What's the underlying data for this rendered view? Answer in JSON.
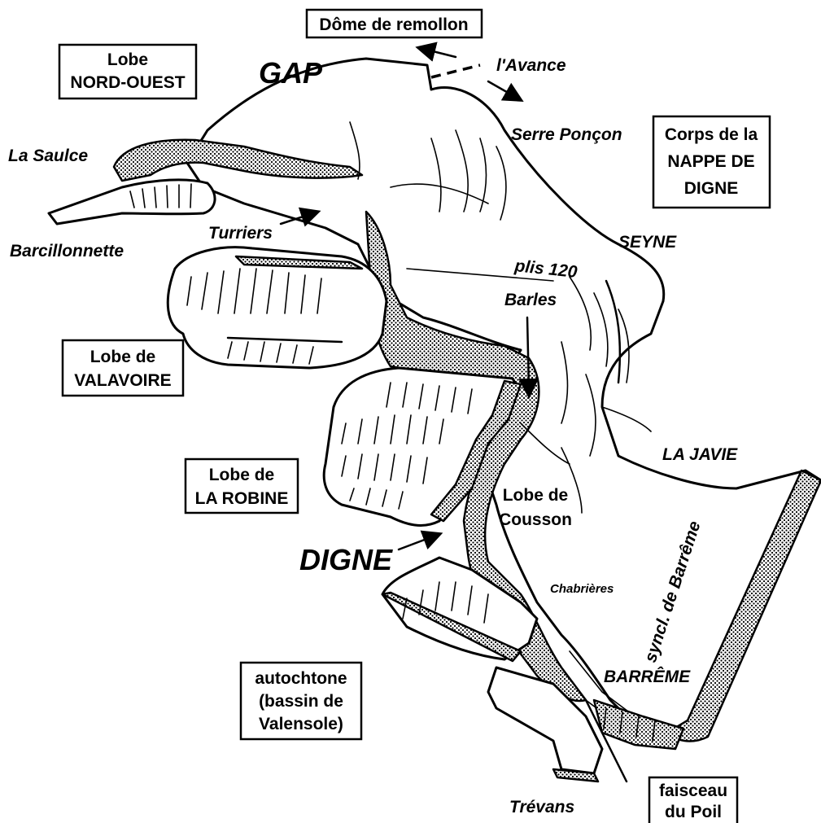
{
  "labels": {
    "dome": "Dôme de remollon",
    "lobe_no_1": "Lobe",
    "lobe_no_2": "NORD-OUEST",
    "gap": "GAP",
    "avance": "l'Avance",
    "serre_poncon": "Serre Ponçon",
    "corps_1": "Corps de la",
    "corps_2": "NAPPE DE",
    "corps_3": "DIGNE",
    "la_saulce": "La Saulce",
    "turriers": "Turriers",
    "barcillonnette": "Barcillonnette",
    "seyne": "SEYNE",
    "plis": "plis 120",
    "barles": "Barles",
    "valavoire_1": "Lobe de",
    "valavoire_2": "VALAVOIRE",
    "robine_1": "Lobe de",
    "robine_2": "LA ROBINE",
    "la_javie": "LA JAVIE",
    "cousson_1": "Lobe de",
    "cousson_2": "Cousson",
    "digne": "DIGNE",
    "chabrieres": "Chabrières",
    "synclinal": "syncl. de Barrême",
    "barreme": "BARRÊME",
    "autochtone_1": "autochtone",
    "autochtone_2": "(bassin de",
    "autochtone_3": "Valensole)",
    "trevans": "Trévans",
    "faisceau_1": "faisceau",
    "faisceau_2": "du Poil"
  }
}
